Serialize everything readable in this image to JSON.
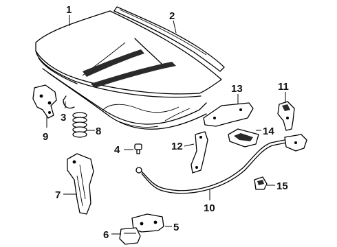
{
  "diagram": {
    "callouts": [
      "1",
      "2",
      "3",
      "4",
      "5",
      "6",
      "7",
      "8",
      "9",
      "10",
      "11",
      "12",
      "13",
      "14",
      "15"
    ]
  },
  "parts": [
    {
      "number": "1",
      "icon": "hood-panel-icon"
    },
    {
      "number": "2",
      "icon": "hood-molding-strip-icon"
    },
    {
      "number": "3",
      "icon": "hood-support-rod-icon"
    },
    {
      "number": "4",
      "icon": "bolt-icon"
    },
    {
      "number": "5",
      "icon": "latch-bracket-icon"
    },
    {
      "number": "6",
      "icon": "latch-striker-icon"
    },
    {
      "number": "7",
      "icon": "radiator-support-bracket-icon"
    },
    {
      "number": "8",
      "icon": "bumper-spring-icon"
    },
    {
      "number": "9",
      "icon": "hinge-left-icon"
    },
    {
      "number": "10",
      "icon": "release-cable-icon"
    },
    {
      "number": "11",
      "icon": "hinge-right-icon"
    },
    {
      "number": "12",
      "icon": "hinge-link-icon"
    },
    {
      "number": "13",
      "icon": "hinge-reinforcement-icon"
    },
    {
      "number": "14",
      "icon": "insulator-pad-icon"
    },
    {
      "number": "15",
      "icon": "cable-clip-icon"
    }
  ]
}
